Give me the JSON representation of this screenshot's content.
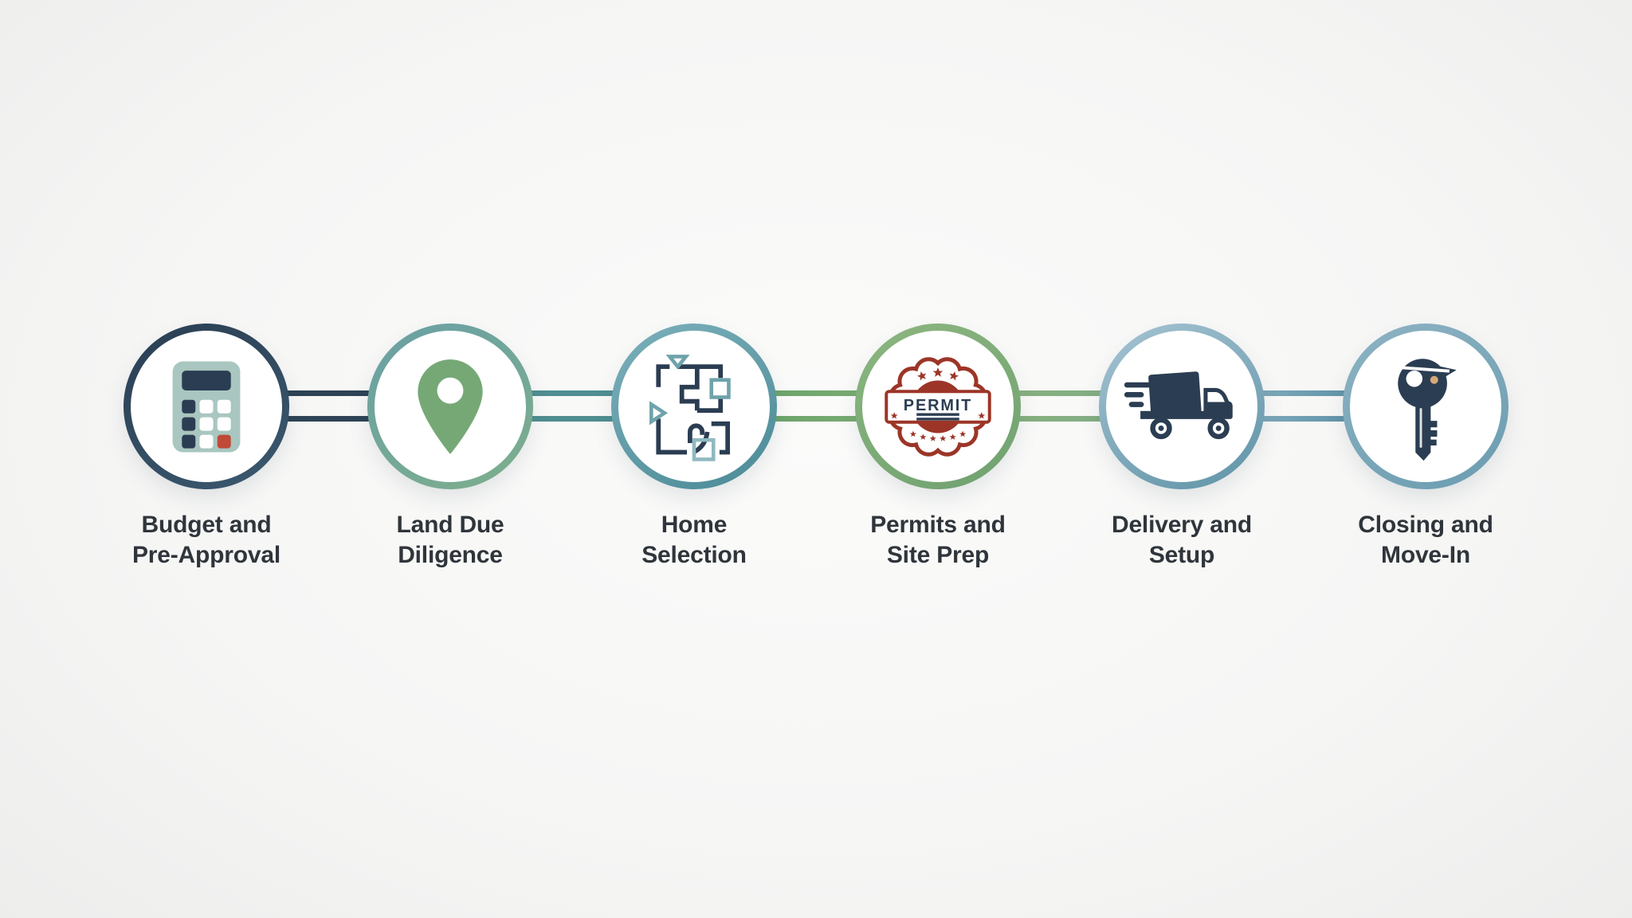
{
  "palette": {
    "background": "#f6f6f5",
    "label_text": "#2f353b",
    "navy": "#2b3d52",
    "teal": "#6fa3ab",
    "teal_light": "#8fb9c0",
    "green": "#76a876",
    "calculator_body": "#a9c6c0",
    "calculator_red": "#c04a38",
    "permit_red": "#9c3527",
    "key_tan": "#d8a878"
  },
  "steps": [
    {
      "id": "budget-and-pre-approval",
      "label_line1": "Budget and",
      "label_line2": "Pre-Approval",
      "icon": "calculator-icon",
      "ring_start": "#2a3e52",
      "ring_end": "#3b5970"
    },
    {
      "id": "land-due-diligence",
      "label_line1": "Land Due",
      "label_line2": "Diligence",
      "icon": "map-pin-icon",
      "ring_start": "#69a0a5",
      "ring_end": "#7dae8c"
    },
    {
      "id": "home-selection",
      "label_line1": "Home",
      "label_line2": "Selection",
      "icon": "floor-plan-icon",
      "ring_start": "#7cb0bb",
      "ring_end": "#4a8a96"
    },
    {
      "id": "permits-and-site-prep",
      "label_line1": "Permits and",
      "label_line2": "Site Prep",
      "icon": "permit-stamp-icon",
      "ring_start": "#8cb680",
      "ring_end": "#6fa170",
      "badge_text": "PERMIT"
    },
    {
      "id": "delivery-and-setup",
      "label_line1": "Delivery and",
      "label_line2": "Setup",
      "icon": "delivery-truck-icon",
      "ring_start": "#a6c4d3",
      "ring_end": "#5e93a6"
    },
    {
      "id": "closing-and-move-in",
      "label_line1": "Closing and",
      "label_line2": "Move-In",
      "icon": "key-icon",
      "ring_start": "#8db3c3",
      "ring_end": "#6b9cb0"
    }
  ],
  "connectors": [
    {
      "color_left": "#2e4356",
      "color_right": "#2e4356"
    },
    {
      "color_left": "#4f8e91",
      "color_right": "#4f8e91"
    },
    {
      "color_left": "#6ca46b",
      "color_right": "#79ab72"
    },
    {
      "color_left": "#87b07e",
      "color_right": "#83ad85"
    },
    {
      "color_left": "#7fa9bb",
      "color_right": "#6093a8"
    }
  ]
}
